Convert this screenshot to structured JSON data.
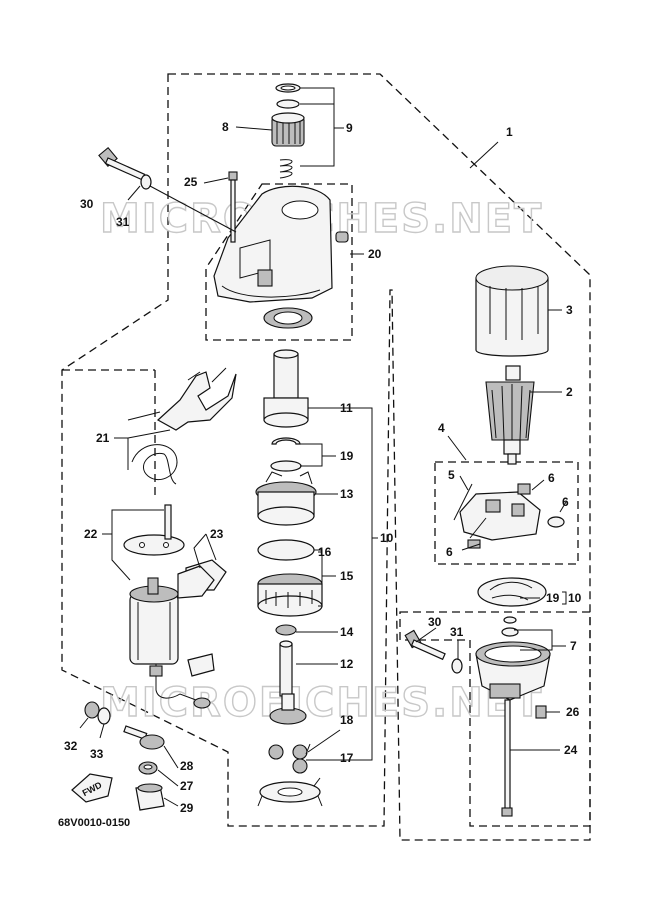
{
  "watermark": "MICROFICHES.NET",
  "drawing_code": "68V0010-0150",
  "direction_label": "FWD",
  "callouts": {
    "c1": "1",
    "c2": "2",
    "c3": "3",
    "c4": "4",
    "c5": "5",
    "c6a": "6",
    "c6b": "6",
    "c6c": "6",
    "c7": "7",
    "c8": "8",
    "c9": "9",
    "c10a": "10",
    "c10b": "10",
    "c11": "11",
    "c12": "12",
    "c13": "13",
    "c14": "14",
    "c15": "15",
    "c16": "16",
    "c17": "17",
    "c18": "18",
    "c19a": "19",
    "c19b": "19",
    "c20": "20",
    "c21": "21",
    "c22": "22",
    "c23": "23",
    "c24": "24",
    "c25": "25",
    "c26": "26",
    "c27": "27",
    "c28": "28",
    "c29": "29",
    "c30a": "30",
    "c30b": "30",
    "c31a": "31",
    "c31b": "31",
    "c32": "32",
    "c33": "33"
  }
}
